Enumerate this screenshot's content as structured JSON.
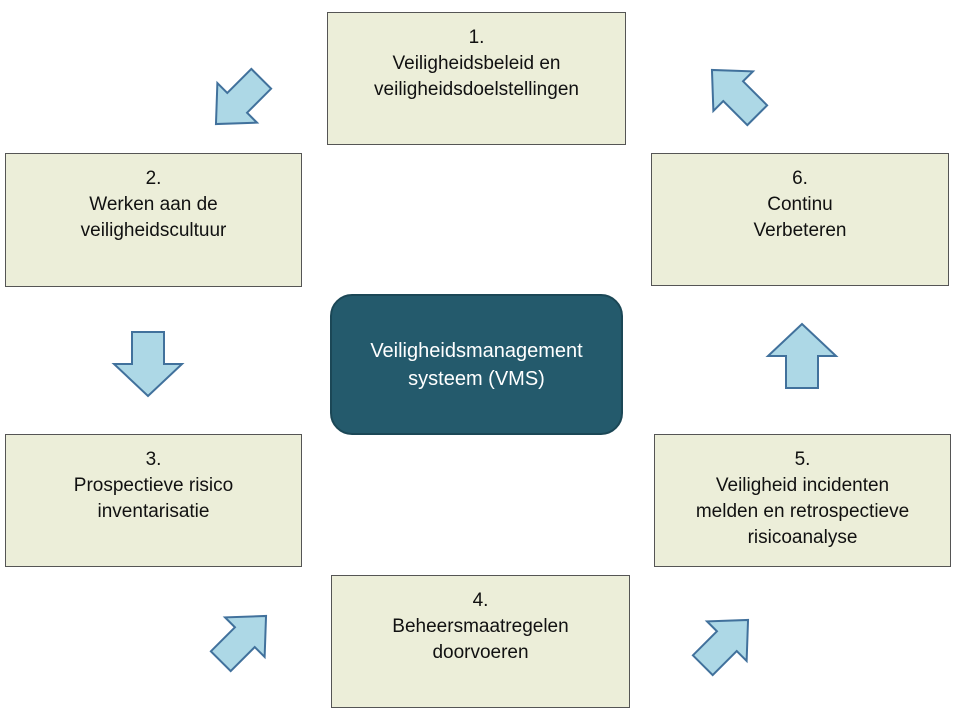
{
  "center": {
    "line1": "Veiligheidsmanagement",
    "line2": "systeem (VMS)"
  },
  "steps": [
    {
      "number": "1.",
      "lines": [
        "Veiligheidsbeleid en",
        "veiligheidsdoelstellingen"
      ]
    },
    {
      "number": "2.",
      "lines": [
        "Werken aan de",
        "veiligheidscultuur"
      ]
    },
    {
      "number": "3.",
      "lines": [
        "Prospectieve risico",
        "inventarisatie"
      ]
    },
    {
      "number": "4.",
      "lines": [
        "Beheersmaatregelen",
        "doorvoeren"
      ]
    },
    {
      "number": "5.",
      "lines": [
        "Veiligheid incidenten",
        "melden en retrospectieve",
        "risicoanalyse"
      ]
    },
    {
      "number": "6.",
      "lines": [
        "Continu",
        "Verbeteren"
      ]
    }
  ],
  "colors": {
    "box_fill": "#eceed9",
    "center_fill": "#245a6c",
    "arrow_fill": "#add8e6",
    "arrow_stroke": "#41719c"
  }
}
